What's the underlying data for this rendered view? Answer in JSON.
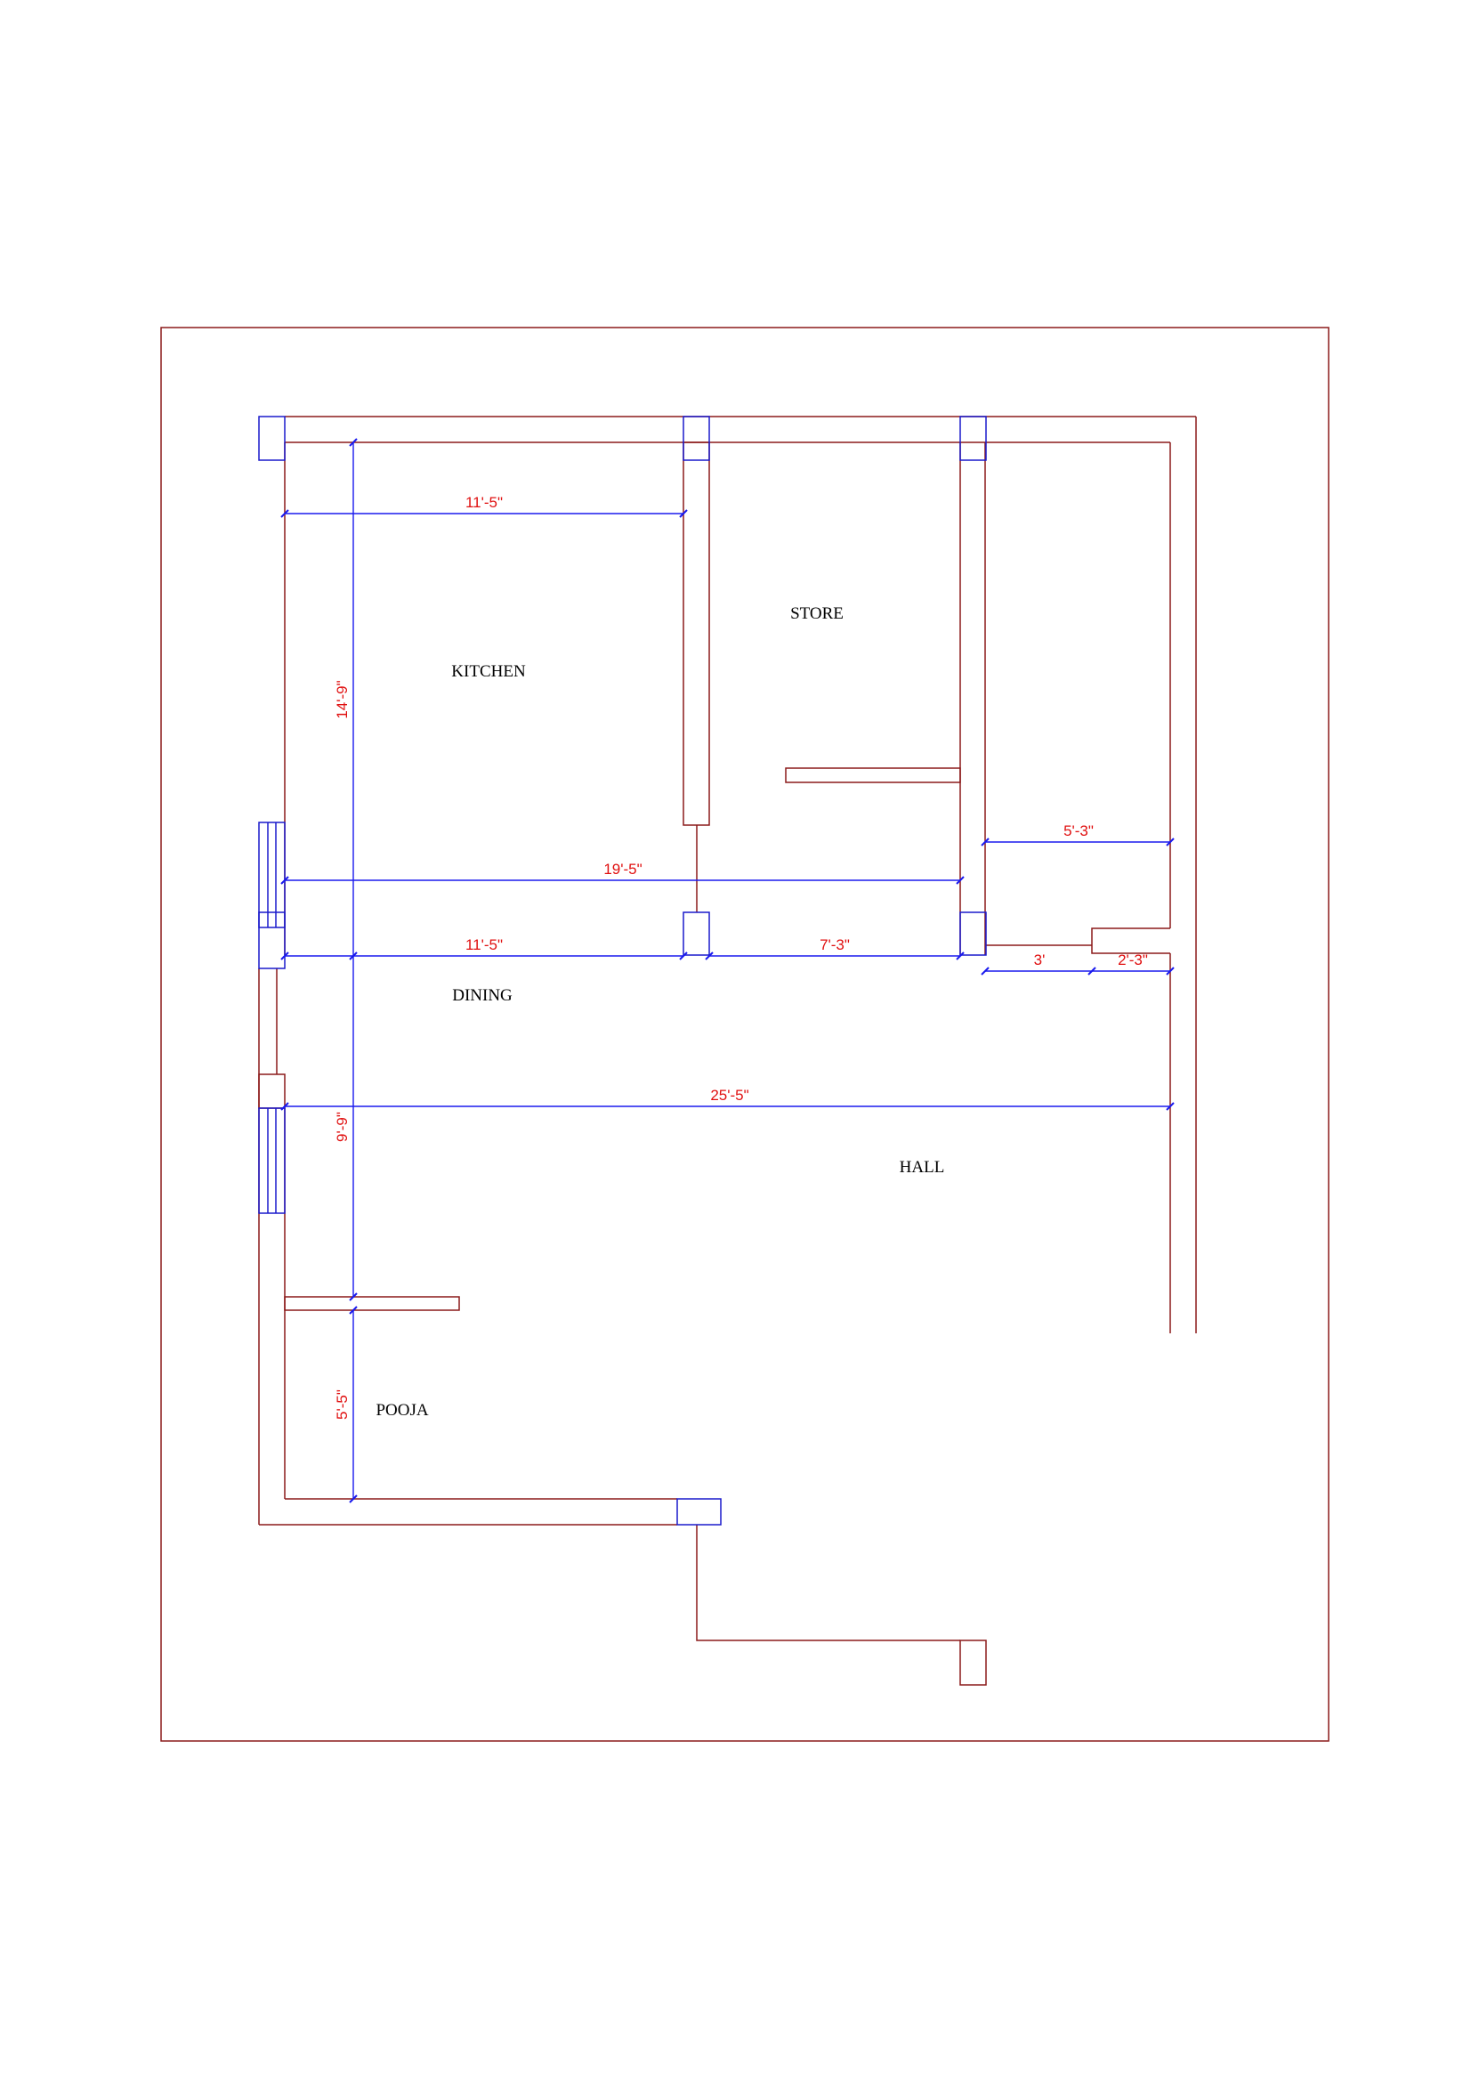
{
  "rooms": {
    "kitchen": "KITCHEN",
    "store": "STORE",
    "dining": "DINING",
    "hall": "HALL",
    "pooja": "POOJA"
  },
  "dimensions": {
    "kitchen_width": "11'-5\"",
    "kitchen_height": "14'-9\"",
    "overall_upper_width": "19'-5\"",
    "dining_left": "11'-5\"",
    "dining_right": "7'-3\"",
    "right_room_width": "5'-3\"",
    "step_a": "3'",
    "step_b": "2'-3\"",
    "hall_width": "25'-5\"",
    "dining_hall_height": "9'-9\"",
    "pooja_height": "5'-5\""
  },
  "colors": {
    "walls": "#8b1a1a",
    "columns_and_dimension_lines": "#1a1acc",
    "dimension_text": "#e01010",
    "room_text": "#000000"
  }
}
